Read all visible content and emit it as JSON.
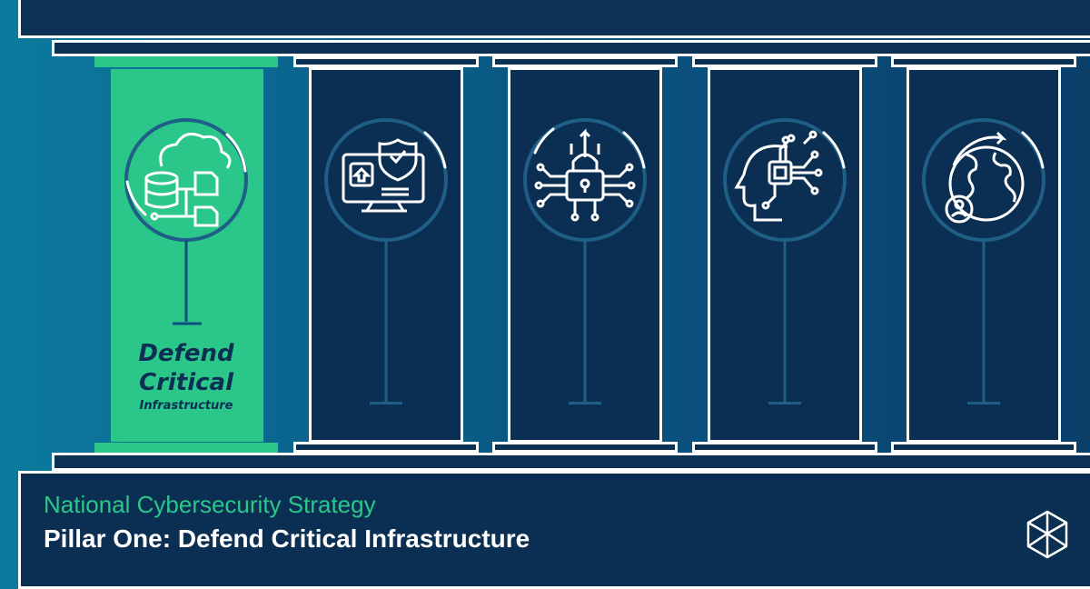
{
  "footer": {
    "subtitle": "National Cybersecurity Strategy",
    "title": "Pillar One: Defend Critical Infrastructure"
  },
  "active_pillar": {
    "line1": "Defend",
    "line2": "Critical",
    "line3": "Infrastructure"
  },
  "pillars": [
    {
      "icon": "cloud-database-icon",
      "active": true
    },
    {
      "icon": "secure-computer-icon",
      "active": false
    },
    {
      "icon": "circuit-lock-icon",
      "active": false
    },
    {
      "icon": "ai-head-icon",
      "active": false
    },
    {
      "icon": "globe-user-icon",
      "active": false
    }
  ],
  "colors": {
    "accent": "#2bc78a",
    "navy": "#0b2f52",
    "stem": "#1f5e86",
    "white": "#ffffff"
  },
  "logo": "hexagon-cube-logo"
}
